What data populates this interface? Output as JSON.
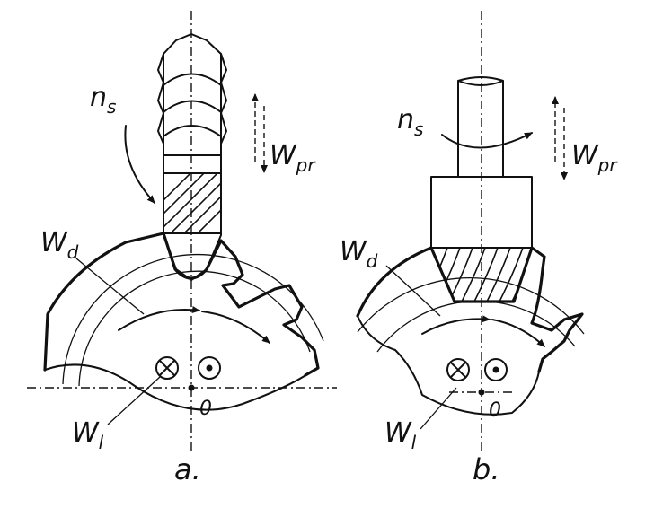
{
  "panels": [
    {
      "id": "a",
      "caption": "a.",
      "labels": {
        "spindle_speed": "n",
        "spindle_speed_sub": "s",
        "pressure_feed": "W",
        "pressure_feed_sub": "pr",
        "dividing_motion": "W",
        "dividing_motion_sub": "d",
        "rolling_motion": "W",
        "rolling_motion_sub": "l",
        "center": "0"
      }
    },
    {
      "id": "b",
      "caption": "b.",
      "labels": {
        "spindle_speed": "n",
        "spindle_speed_sub": "s",
        "pressure_feed": "W",
        "pressure_feed_sub": "pr",
        "dividing_motion": "W",
        "dividing_motion_sub": "d",
        "rolling_motion": "W",
        "rolling_motion_sub": "l",
        "center": "0"
      }
    }
  ],
  "colors": {
    "ink": "#111111",
    "paper": "#ffffff"
  }
}
